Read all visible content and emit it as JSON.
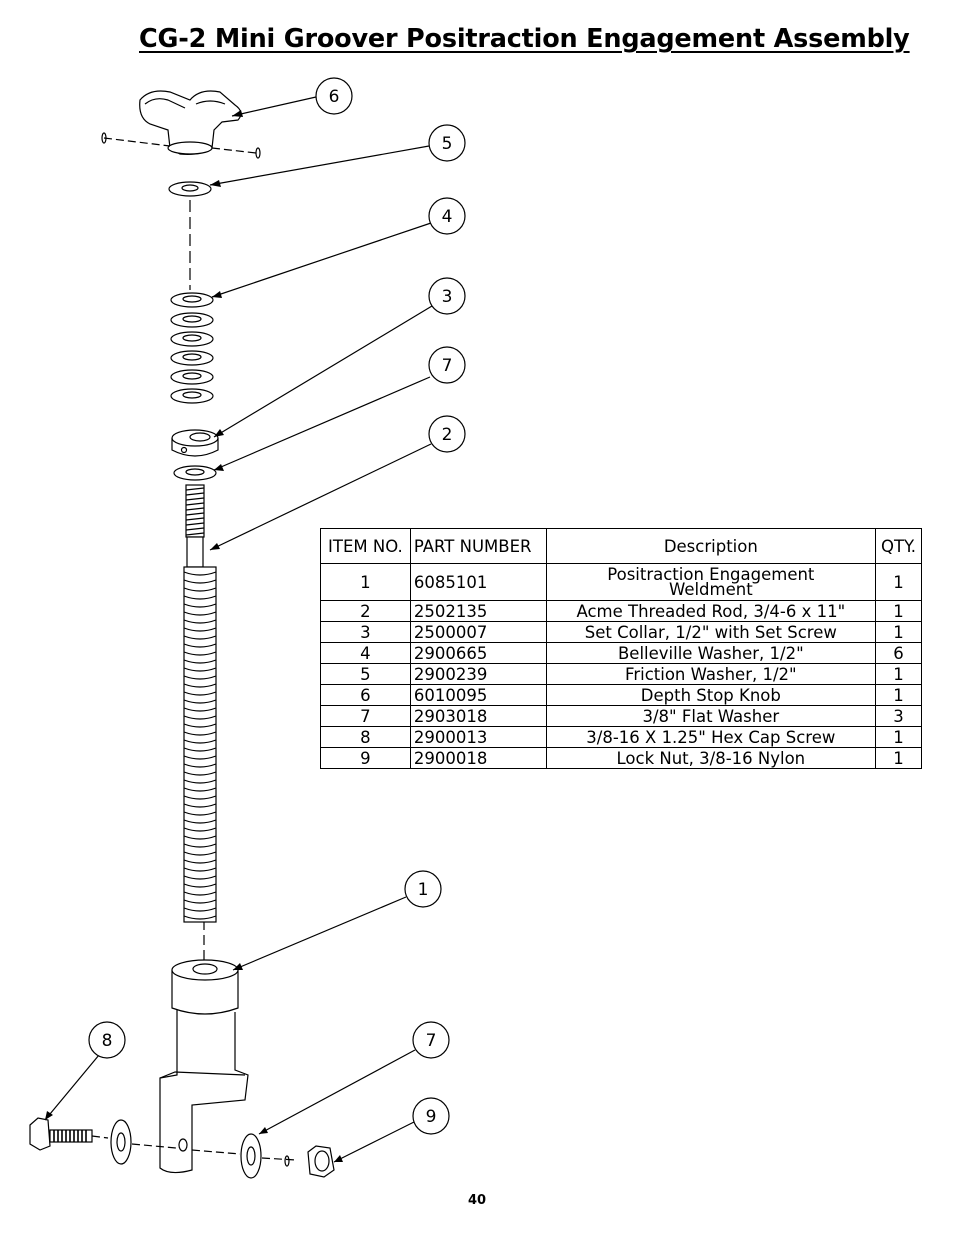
{
  "title": "CG-2 Mini Groover Positraction Engagement Assembly",
  "page_number": "40",
  "callouts": [
    "6",
    "5",
    "4",
    "3",
    "7",
    "2",
    "1",
    "8",
    "7",
    "9"
  ],
  "table": {
    "headers": {
      "item_no": "ITEM NO.",
      "part_number": "PART NUMBER",
      "description": "Description",
      "qty": "QTY."
    },
    "rows": [
      {
        "item": "1",
        "part": "6085101",
        "description": "Positraction Engagement Weldment",
        "qty": "1"
      },
      {
        "item": "2",
        "part": "2502135",
        "description": "Acme Threaded Rod, 3/4-6 x 11\"",
        "qty": "1"
      },
      {
        "item": "3",
        "part": "2500007",
        "description": "Set Collar, 1/2\" with Set Screw",
        "qty": "1"
      },
      {
        "item": "4",
        "part": "2900665",
        "description": "Belleville Washer, 1/2\"",
        "qty": "6"
      },
      {
        "item": "5",
        "part": "2900239",
        "description": "Friction Washer, 1/2\"",
        "qty": "1"
      },
      {
        "item": "6",
        "part": "6010095",
        "description": "Depth Stop Knob",
        "qty": "1"
      },
      {
        "item": "7",
        "part": "2903018",
        "description": "3/8\" Flat Washer",
        "qty": "3"
      },
      {
        "item": "8",
        "part": "2900013",
        "description": "3/8-16 X 1.25\" Hex Cap Screw",
        "qty": "1"
      },
      {
        "item": "9",
        "part": "2900018",
        "description": "Lock Nut, 3/8-16 Nylon",
        "qty": "1"
      }
    ]
  }
}
